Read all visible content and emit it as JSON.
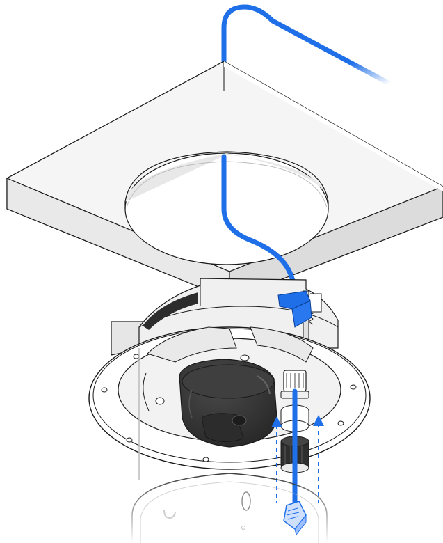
{
  "colors": {
    "cable": "#1f6fe8",
    "cable_highlight": "#5d9bff",
    "outline": "#1a1a1a",
    "ceiling_top": "#f4f4f4",
    "ceiling_side_light": "#e7e7e7",
    "ceiling_side_dark": "#d6d6d6",
    "camera_dome": "#3a3a3a",
    "camera_dome_shade": "#2a2a2a",
    "mount_ring": "#ffffff",
    "mount_inner": "#f0f0f0"
  },
  "icons": {
    "ceiling_panel": "ceiling-tile",
    "ceiling_hole": "circular-cutout",
    "network_cable": "ethernet-cable",
    "camera": "dome-camera",
    "mounting_ring": "flush-mount-ring",
    "cable_gland": "cable-gland-nut",
    "rj45": "rj45-connector",
    "insert_arrows": "upward-arrows",
    "cover": "dome-cover",
    "logo": "ubiquiti-u-logo"
  }
}
